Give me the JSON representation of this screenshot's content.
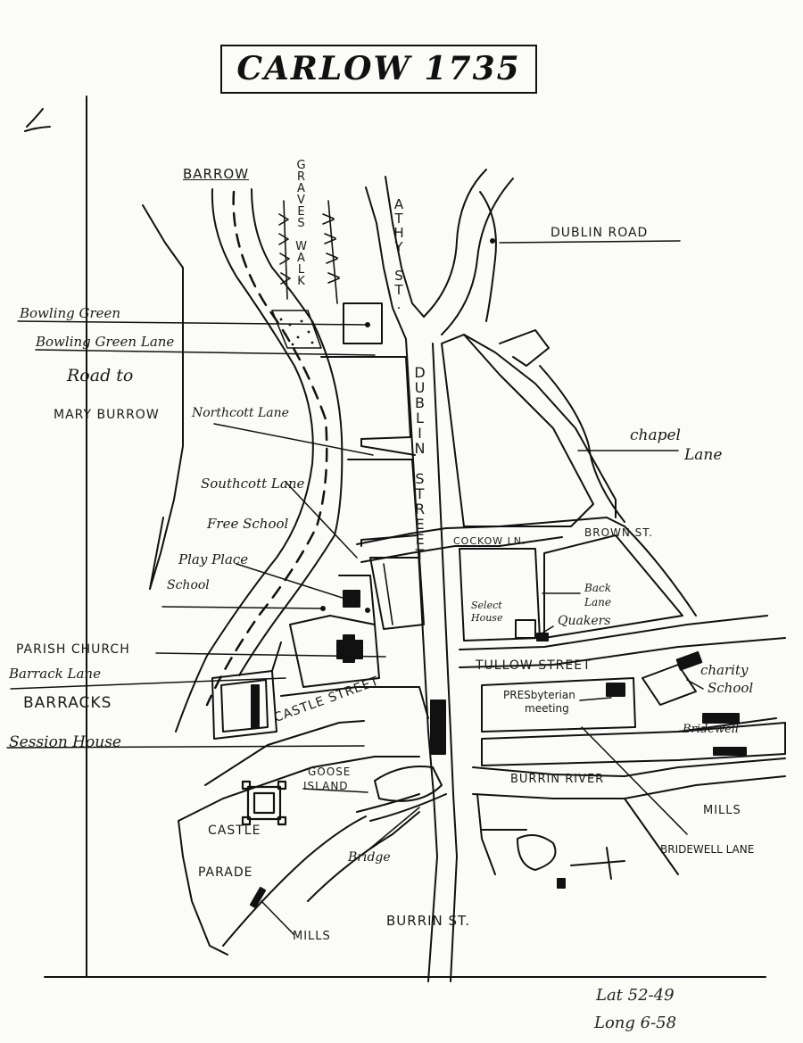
{
  "title": "CARLOW 1735",
  "labels": {
    "barrow": "BARROW",
    "graves_walk": "GRAVES WALK",
    "athy_st": "ATHY ST.",
    "dublin_road": "DUBLIN ROAD",
    "bowling_green": "Bowling Green",
    "bowling_green_lane": "Bowling Green Lane",
    "road_to": "Road to",
    "mary_burrow": "MARY BURROW",
    "northcott_lane": "Northcott Lane",
    "southcott_lane": "Southcott Lane",
    "free_school": "Free School",
    "play_place": "Play Place",
    "school": "School",
    "dublin_street": "DUBLIN STREET",
    "chapel_lane_1": "chapel",
    "chapel_lane_2": "Lane",
    "brown_st": "BROWN ST.",
    "cockow_ln": "COCKOW LN.",
    "back_lane_1": "Back",
    "back_lane_2": "Lane",
    "select_house_1": "Select",
    "select_house_2": "House",
    "quakers": "Quakers",
    "parish_church": "PARISH CHURCH",
    "barrack_lane": "Barrack Lane",
    "barracks": "BARRACKS",
    "tullow_street": "TULLOW STREET",
    "charity_school_1": "charity",
    "charity_school_2": "School",
    "presbyterian_1": "PRESbyterian",
    "presbyterian_2": "meeting",
    "castle_street": "CASTLE STREET",
    "bridewell": "Bridewell",
    "session_house": "Session House",
    "goose_island_1": "GOOSE",
    "goose_island_2": "ISLAND",
    "burrin_river": "BURRIN RIVER",
    "mills_east": "MILLS",
    "castle": "CASTLE",
    "bridge": "Bridge",
    "bridewell_lane": "BRIDEWELL LANE",
    "parade": "PARADE",
    "burrin_st": "BURRIN ST.",
    "mills_south": "MILLS"
  },
  "coordinates": {
    "lat": "Lat 52-49",
    "long": "Long 6-58"
  }
}
